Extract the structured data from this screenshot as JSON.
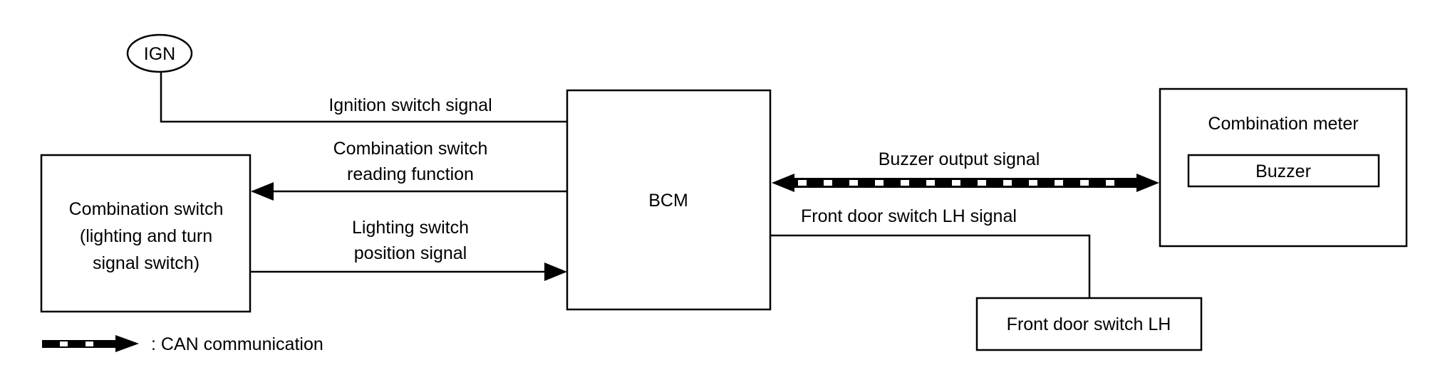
{
  "diagram": {
    "nodes": {
      "ign": {
        "label": "IGN"
      },
      "combination_switch": {
        "lines": [
          "Combination switch",
          "(lighting and turn",
          "signal switch)"
        ]
      },
      "bcm": {
        "label": "BCM"
      },
      "combination_meter": {
        "label": "Combination meter",
        "inner": {
          "label": "Buzzer"
        }
      },
      "front_door_switch": {
        "label": "Front door switch LH"
      }
    },
    "connections": {
      "ignition": {
        "lines": [
          "Ignition switch signal"
        ],
        "from": "IGN",
        "to": "BCM"
      },
      "reading": {
        "lines": [
          "Combination switch",
          "reading function"
        ],
        "from": "BCM",
        "to": "Combination switch"
      },
      "lighting": {
        "lines": [
          "Lighting switch",
          "position signal"
        ],
        "from": "Combination switch",
        "to": "BCM"
      },
      "buzzer": {
        "lines": [
          "Buzzer output signal"
        ],
        "from": "BCM",
        "to": "Combination meter",
        "type": "CAN",
        "bidirectional": true
      },
      "front_door": {
        "lines": [
          "Front door switch LH signal"
        ],
        "from": "Front door switch LH",
        "to": "BCM"
      }
    },
    "legend": {
      "label": ": CAN communication",
      "symbol": "can-arrow"
    }
  }
}
